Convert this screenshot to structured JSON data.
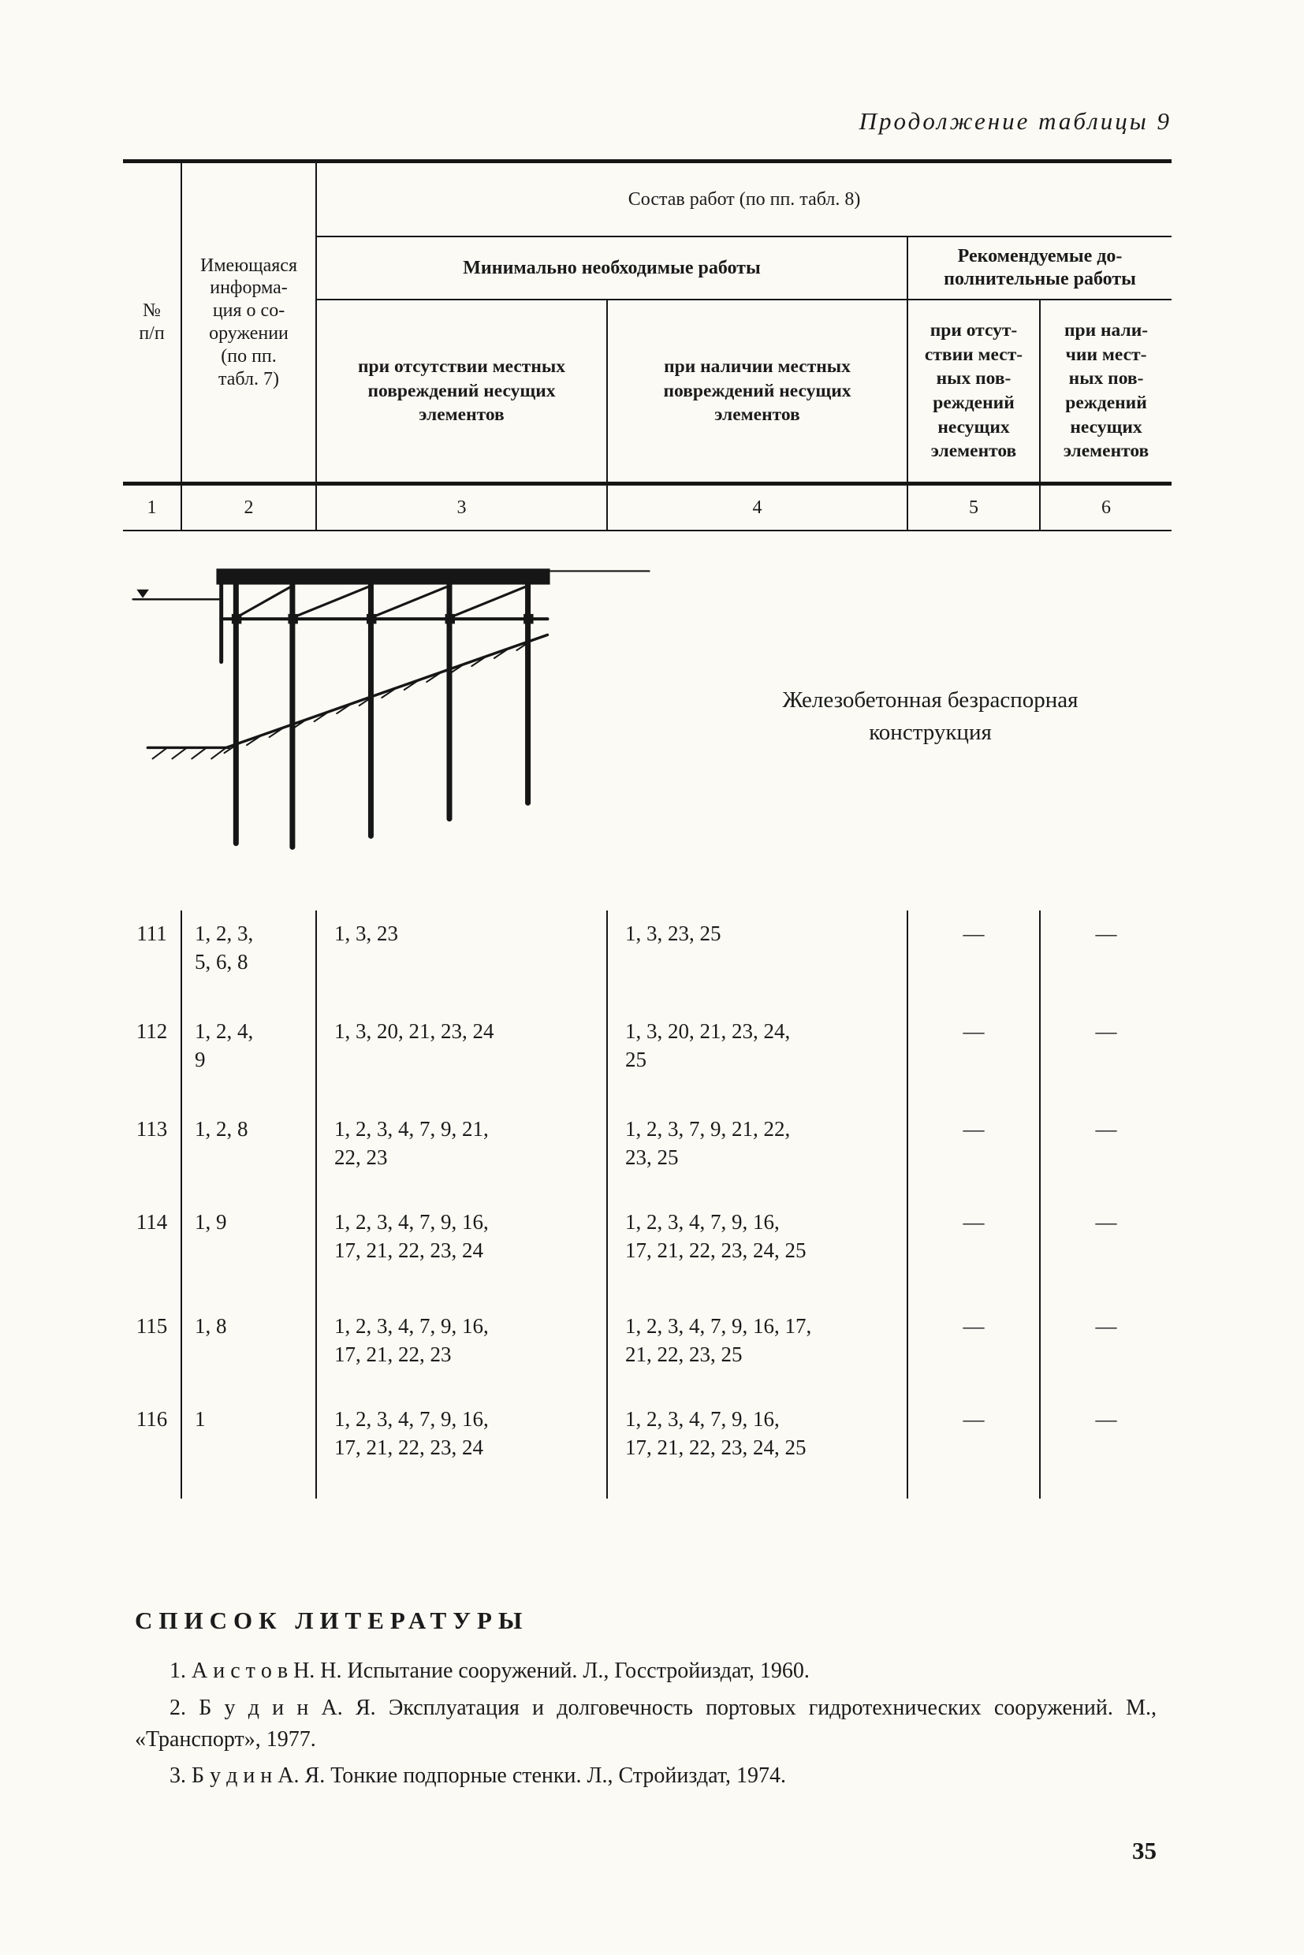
{
  "page": {
    "continuation_label": "Продолжение таблицы 9",
    "page_number": "35"
  },
  "table": {
    "header": {
      "col_num": "№\nп/п",
      "col_info": "Имеющаяся\nинформа-\nция о со-\nоружении\n(по пп.\nтабл. 7)",
      "sostav": "Состав работ (по пп. табл. 8)",
      "min_works": "Минимально необходимые работы",
      "rec_works": "Рекомендуемые до-\nполнительные работы",
      "sub_min_absent": "при отсутствии местных\nповреждений несущих\nэлементов",
      "sub_min_present": "при наличии местных\nповреждений несущих\nэлементов",
      "sub_rec_absent": "при отсут-\nствии мест-\nных пов-\nреждений\nнесущих\nэлементов",
      "sub_rec_present": "при нали-\nчии мест-\nных пов-\nреждений\nнесущих\nэлементов",
      "numbering": [
        "1",
        "2",
        "3",
        "4",
        "5",
        "6"
      ]
    },
    "rows": [
      {
        "num": "111",
        "info": "1, 2, 3,\n5, 6, 8",
        "min_absent": "1, 3, 23",
        "min_present": "1, 3, 23, 25",
        "rec_absent": "—",
        "rec_present": "—"
      },
      {
        "num": "112",
        "info": "1, 2, 4,\n9",
        "min_absent": "1, 3, 20, 21, 23, 24",
        "min_present": "1, 3, 20, 21, 23, 24,\n25",
        "rec_absent": "—",
        "rec_present": "—"
      },
      {
        "num": "113",
        "info": "1, 2, 8",
        "min_absent": "1, 2, 3, 4, 7, 9, 21,\n22, 23",
        "min_present": "1, 2, 3, 7, 9, 21, 22,\n23, 25",
        "rec_absent": "—",
        "rec_present": "—"
      },
      {
        "num": "114",
        "info": "1, 9",
        "min_absent": "1, 2, 3, 4, 7, 9, 16,\n17, 21, 22, 23, 24",
        "min_present": "1, 2, 3, 4, 7, 9, 16,\n17, 21, 22, 23, 24, 25",
        "rec_absent": "—",
        "rec_present": "—"
      },
      {
        "num": "115",
        "info": "1, 8",
        "min_absent": "1, 2, 3, 4, 7, 9, 16,\n17, 21, 22, 23",
        "min_present": "1, 2, 3, 4, 7, 9, 16, 17,\n21, 22, 23, 25",
        "rec_absent": "—",
        "rec_present": "—"
      },
      {
        "num": "116",
        "info": "1",
        "min_absent": "1, 2, 3, 4, 7, 9, 16,\n17, 21, 22, 23, 24",
        "min_present": "1, 2, 3, 4, 7, 9, 16,\n17, 21, 22, 23, 24, 25",
        "rec_absent": "—",
        "rec_present": "—"
      }
    ]
  },
  "figure": {
    "caption": "Железобетонная безраспорная\nконструкция"
  },
  "bibliography": {
    "title": "СПИСОК ЛИТЕРАТУРЫ",
    "items": [
      "1. А и с т о в  Н. Н. Испытание сооружений. Л., Госстройиздат, 1960.",
      "2. Б у д и н  А. Я. Эксплуатация и долговечность портовых гидротехнических сооружений. М., «Транспорт», 1977.",
      "3. Б у д и н  А. Я. Тонкие подпорные стенки. Л., Стройиздат, 1974."
    ]
  }
}
